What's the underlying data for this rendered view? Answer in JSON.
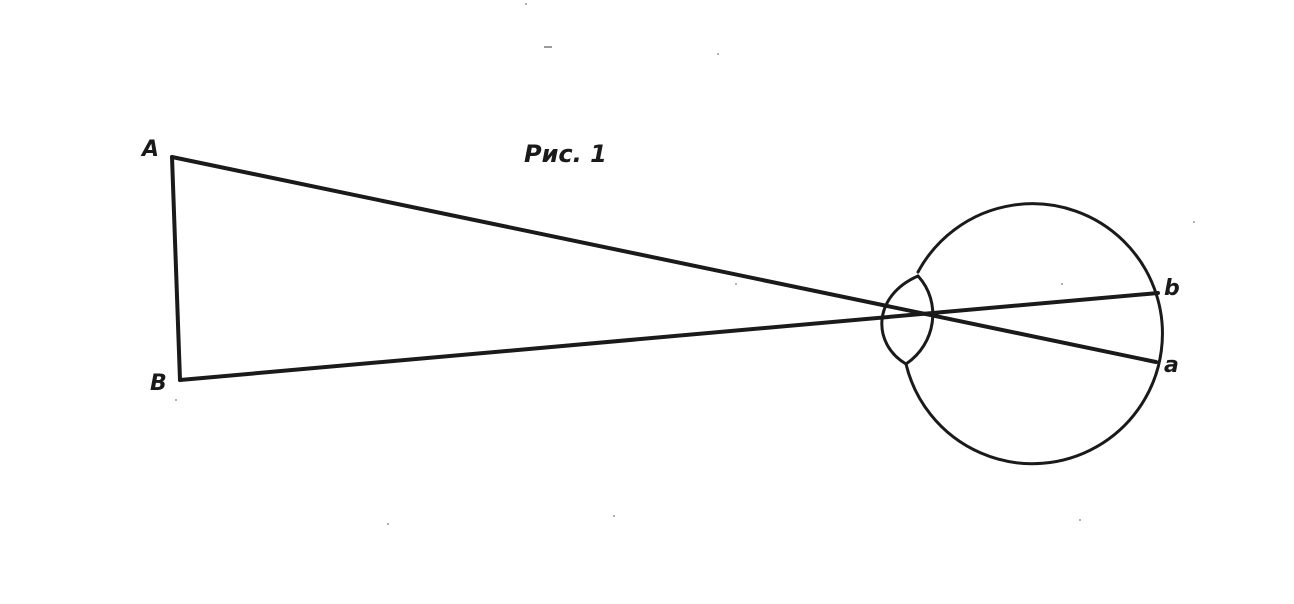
{
  "caption": "Рис. 1",
  "points": {
    "A": "A",
    "B": "B",
    "b": "b",
    "a": "a"
  }
}
